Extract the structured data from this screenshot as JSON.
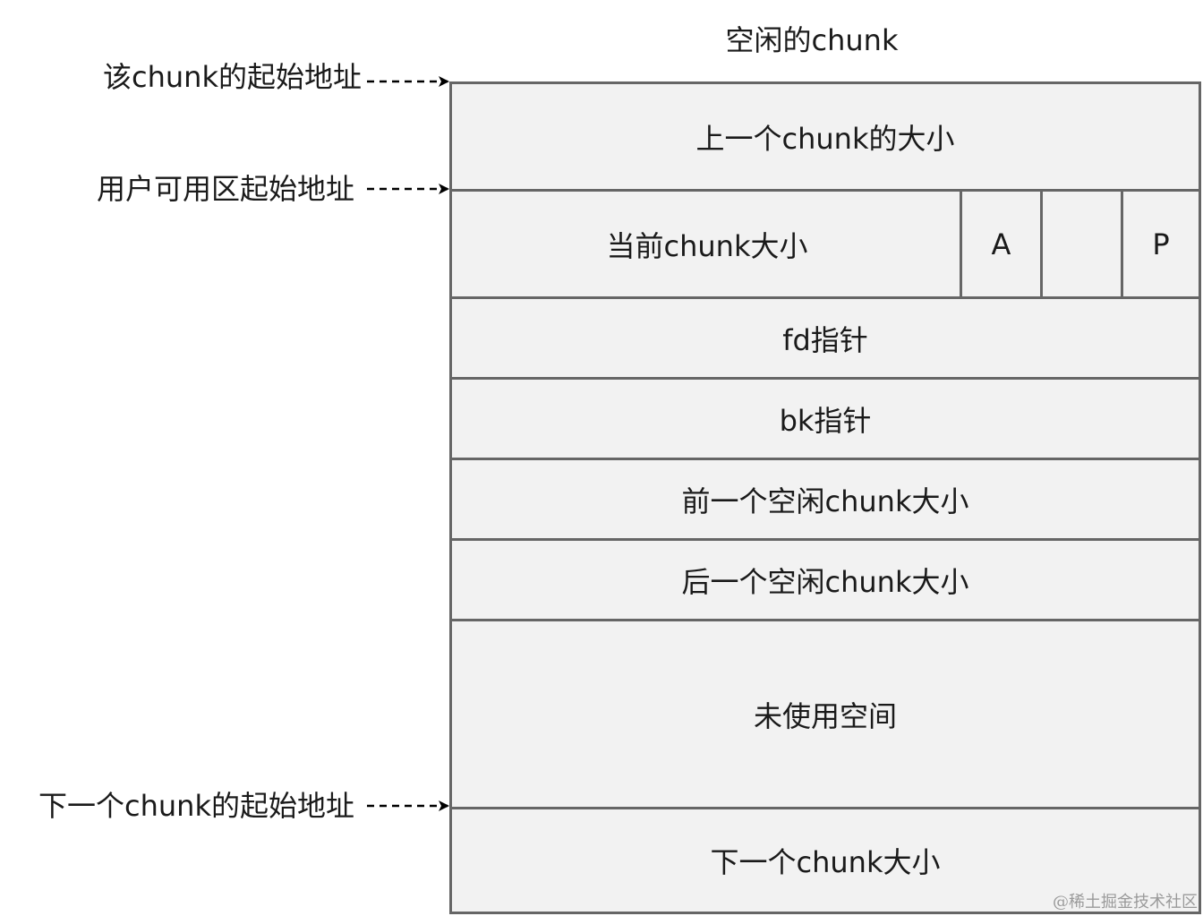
{
  "title": "空闲的chunk",
  "pointers": [
    {
      "label": "该chunk的起始地址"
    },
    {
      "label": "用户可用区起始地址"
    },
    {
      "label": "下一个chunk的起始地址"
    }
  ],
  "fields": {
    "prev_size": "上一个chunk的大小",
    "size": "当前chunk大小",
    "flag_a": "A",
    "flag_mid": "",
    "flag_p": "P",
    "fd": "fd指针",
    "bk": "bk指针",
    "fd_nextsize": "前一个空闲chunk大小",
    "bk_nextsize": "后一个空闲chunk大小",
    "unused": "未使用空间",
    "next_size": "下一个chunk大小"
  },
  "watermark": "@稀土掘金技术社区",
  "colors": {
    "border": "#666666",
    "fill": "#f2f2f2",
    "text": "#1a1a1a",
    "arrow": "#000000"
  }
}
